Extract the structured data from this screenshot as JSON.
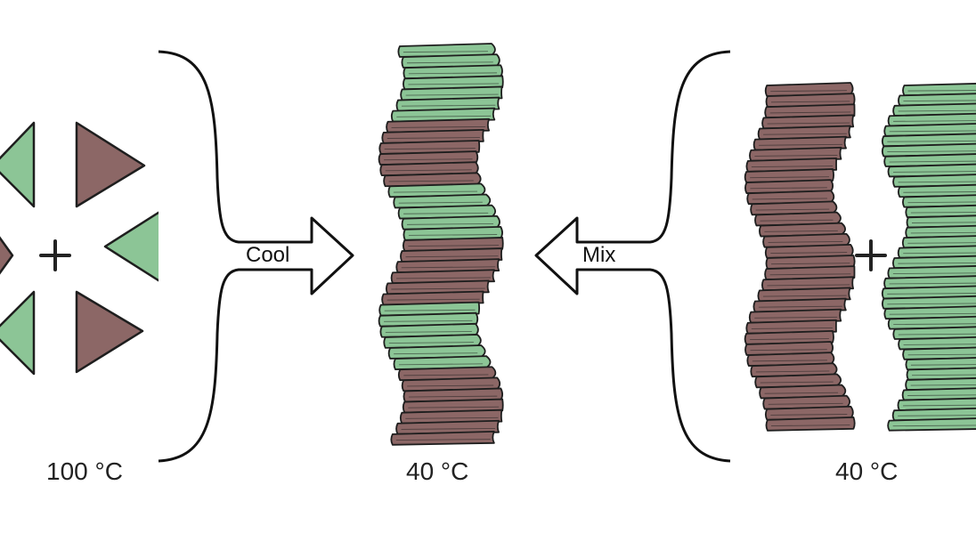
{
  "labels": {
    "left_temp": "100 °C",
    "center_temp": "40 °C",
    "right_temp": "40 °C",
    "cool": "Cool",
    "mix": "Mix",
    "plus": "+"
  },
  "colors": {
    "green": "#8cc596",
    "brown": "#8c6766",
    "outline": "#1e1e1e",
    "background": "#ffffff"
  },
  "center_stack_sequence": [
    "green",
    "green",
    "green",
    "green",
    "green",
    "green",
    "green",
    "brown",
    "brown",
    "brown",
    "brown",
    "brown",
    "brown",
    "green",
    "green",
    "green",
    "green",
    "green",
    "brown",
    "brown",
    "brown",
    "brown",
    "brown",
    "brown",
    "green",
    "green",
    "green",
    "green",
    "green",
    "green",
    "brown",
    "brown",
    "brown",
    "brown",
    "brown",
    "brown",
    "brown"
  ]
}
